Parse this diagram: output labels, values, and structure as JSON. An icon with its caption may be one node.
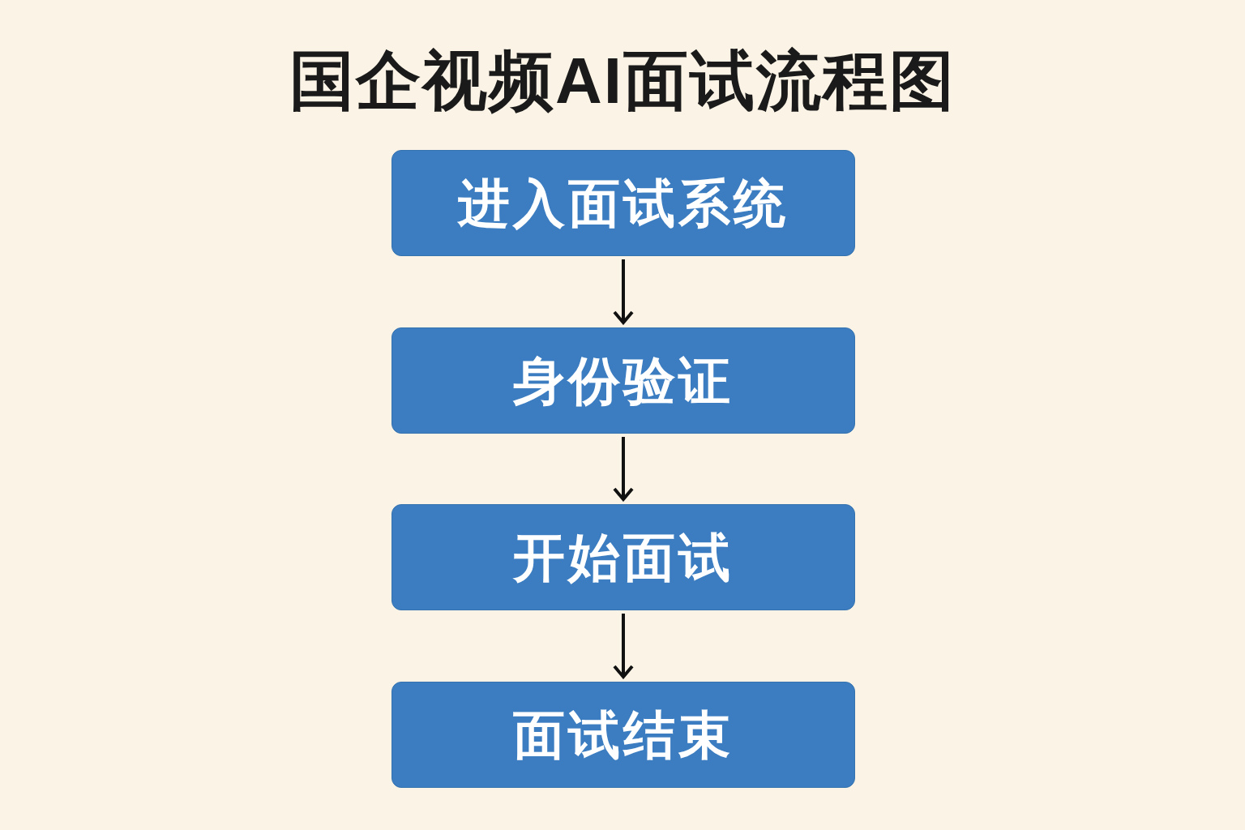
{
  "diagram": {
    "title": "国企视频AI面试流程图",
    "nodes": [
      {
        "text": [
          "进入面试系统"
        ]
      },
      {
        "text": [
          "身份验证"
        ]
      },
      {
        "text": [
          "开始面试"
        ]
      },
      {
        "text": [
          "面试结束"
        ]
      }
    ],
    "edges": [
      {
        "from": 0,
        "to": 1,
        "arrow": "to"
      },
      {
        "from": 1,
        "to": 2,
        "arrow": "to"
      },
      {
        "from": 2,
        "to": 3,
        "arrow": "to"
      }
    ]
  }
}
